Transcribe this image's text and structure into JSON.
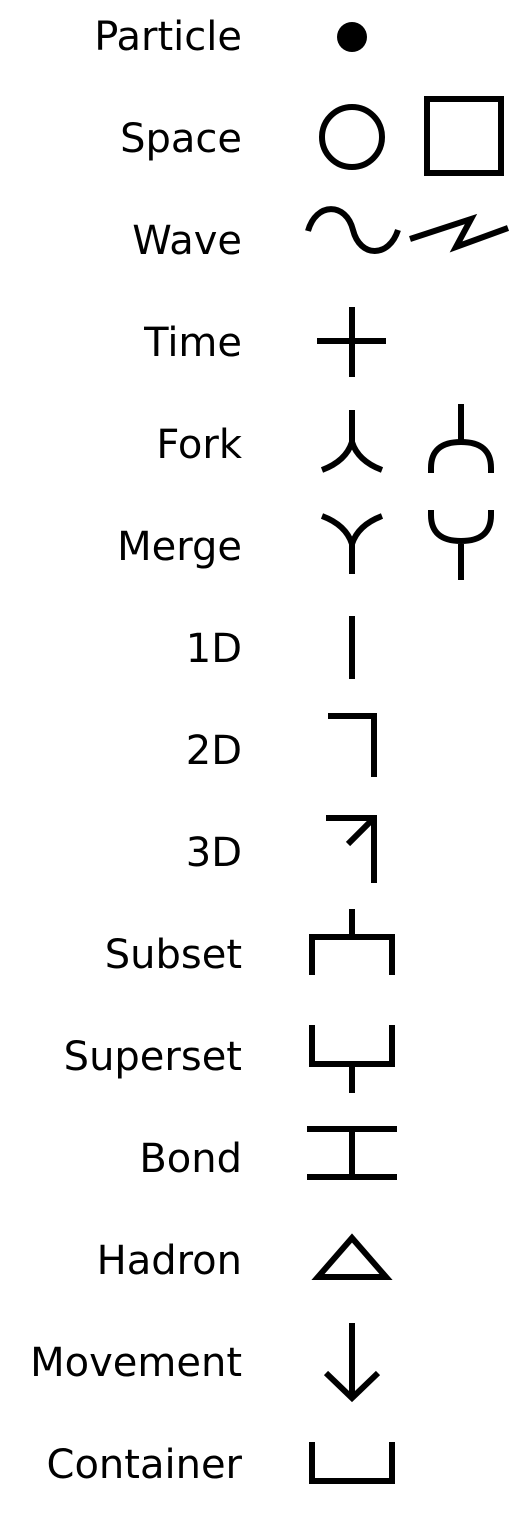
{
  "legend": {
    "colors": {
      "ink": "#000000",
      "background": "#ffffff"
    },
    "rows": [
      {
        "label": "Particle",
        "symbols": [
          "filled-dot-icon"
        ]
      },
      {
        "label": "Space",
        "symbols": [
          "circle-icon",
          "square-icon"
        ]
      },
      {
        "label": "Wave",
        "symbols": [
          "sine-wave-icon",
          "zigzag-wave-icon"
        ]
      },
      {
        "label": "Time",
        "symbols": [
          "plus-cross-icon"
        ]
      },
      {
        "label": "Fork",
        "symbols": [
          "fork-y-icon",
          "fork-loop-icon"
        ]
      },
      {
        "label": "Merge",
        "symbols": [
          "merge-y-icon",
          "merge-loop-icon"
        ]
      },
      {
        "label": "1D",
        "symbols": [
          "vertical-bar-icon"
        ]
      },
      {
        "label": "2D",
        "symbols": [
          "corner-bracket-icon"
        ]
      },
      {
        "label": "3D",
        "symbols": [
          "corner-arrow-icon"
        ]
      },
      {
        "label": "Subset",
        "symbols": [
          "subset-bracket-icon"
        ]
      },
      {
        "label": "Superset",
        "symbols": [
          "superset-bracket-icon"
        ]
      },
      {
        "label": "Bond",
        "symbols": [
          "i-beam-icon"
        ]
      },
      {
        "label": "Hadron",
        "symbols": [
          "triangle-icon"
        ]
      },
      {
        "label": "Movement",
        "symbols": [
          "down-arrow-icon"
        ]
      },
      {
        "label": "Container",
        "symbols": [
          "open-box-icon"
        ]
      }
    ]
  }
}
